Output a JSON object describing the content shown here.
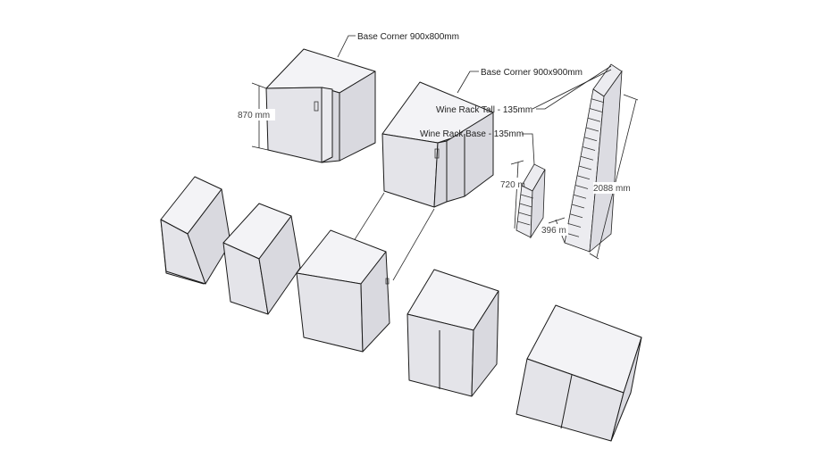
{
  "labels": {
    "base_corner_900x800": "Base Corner 900x800mm",
    "base_corner_900x900": "Base Corner 900x900mm",
    "wine_rack_tall": "Wine Rack Tall - 135mm",
    "wine_rack_base": "Wine Rack Base - 135mm"
  },
  "dimensions": {
    "corner_height": "870 mm",
    "wine_base_height": "720 m",
    "wine_tall_height": "2088 mm",
    "wine_depth": "396 m"
  }
}
